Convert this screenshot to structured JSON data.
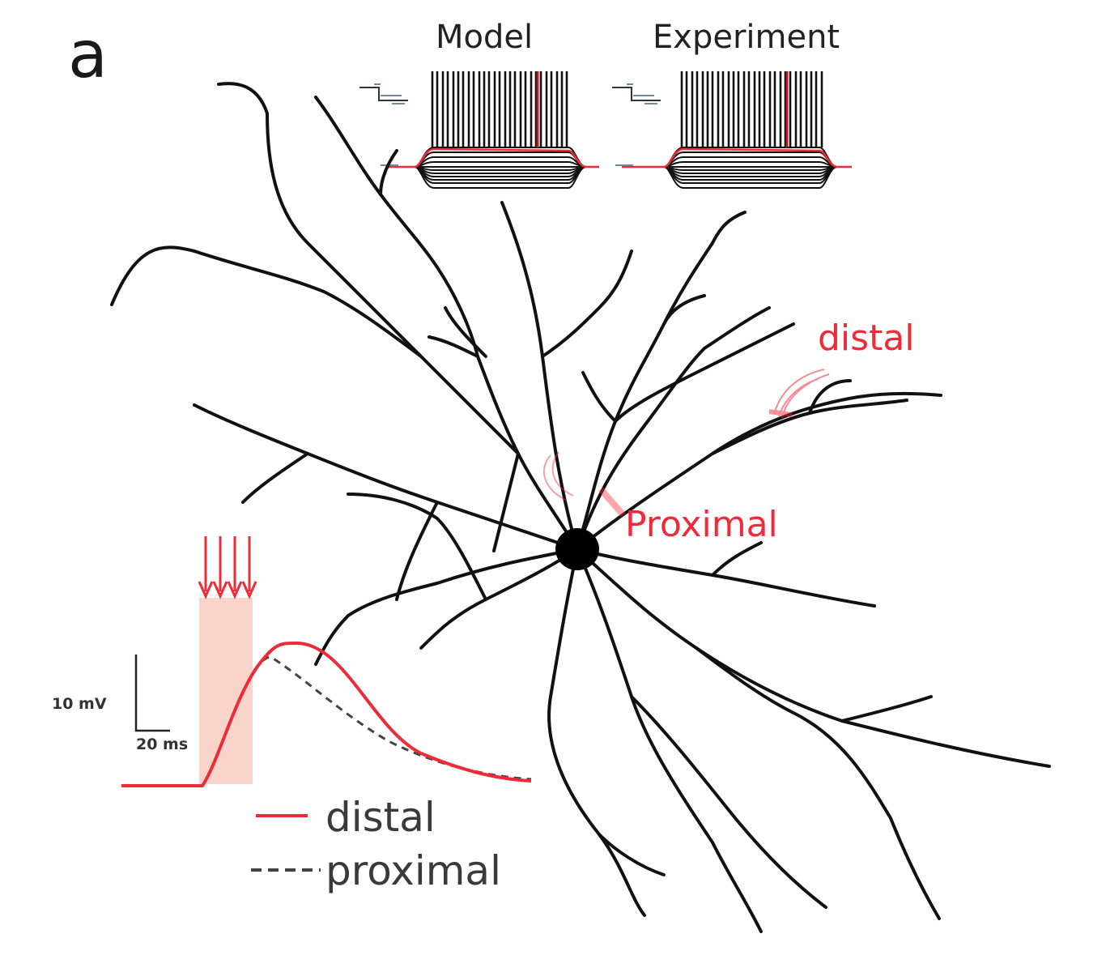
{
  "figure": {
    "panel_label": "a",
    "recordings": {
      "model_title": "Model",
      "experiment_title": "Experiment"
    },
    "neuron": {
      "distal_label": "distal",
      "proximal_label": "Proximal"
    },
    "epsp_inset": {
      "voltage_scale": "10 mV",
      "time_scale": "20 ms",
      "stimulus_pulses": 4,
      "legend": [
        {
          "label": "distal",
          "style": "solid",
          "color": "#ef2b3a"
        },
        {
          "label": "proximal",
          "style": "dashed",
          "color": "#444444"
        }
      ]
    },
    "colors": {
      "dendrite": "#111111",
      "highlight": "#ef2b3a",
      "stim_window": "#f9d4cb"
    }
  }
}
